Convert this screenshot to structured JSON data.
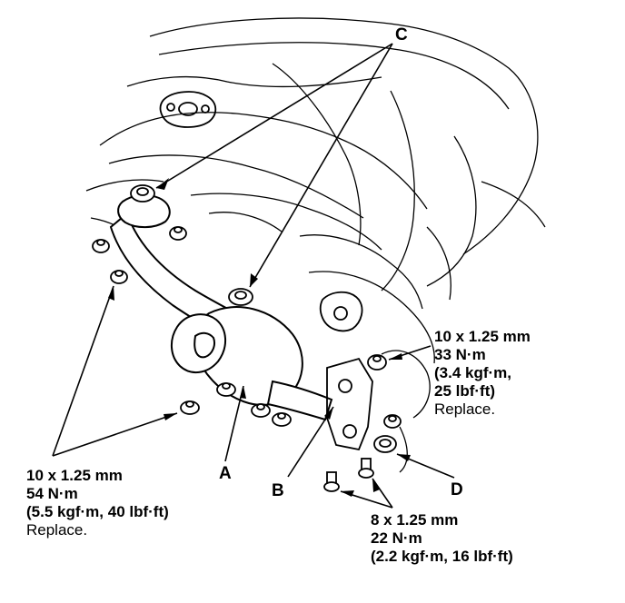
{
  "callouts": {
    "a": "A",
    "b": "B",
    "c": "C",
    "d": "D"
  },
  "specs": {
    "upper_right": {
      "size": "10 x 1.25 mm",
      "torque_nm": "33 N·m",
      "torque_alt1": "(3.4 kgf·m,",
      "torque_alt2": "25 lbf·ft)",
      "note": "Replace."
    },
    "lower_left": {
      "size": "10 x 1.25 mm",
      "torque_nm": "54 N·m",
      "torque_alt": "(5.5 kgf·m, 40 lbf·ft)",
      "note": "Replace."
    },
    "lower_right": {
      "size": "8 x 1.25 mm",
      "torque_nm": "22 N·m",
      "torque_alt": "(2.2 kgf·m, 16 lbf·ft)"
    }
  }
}
